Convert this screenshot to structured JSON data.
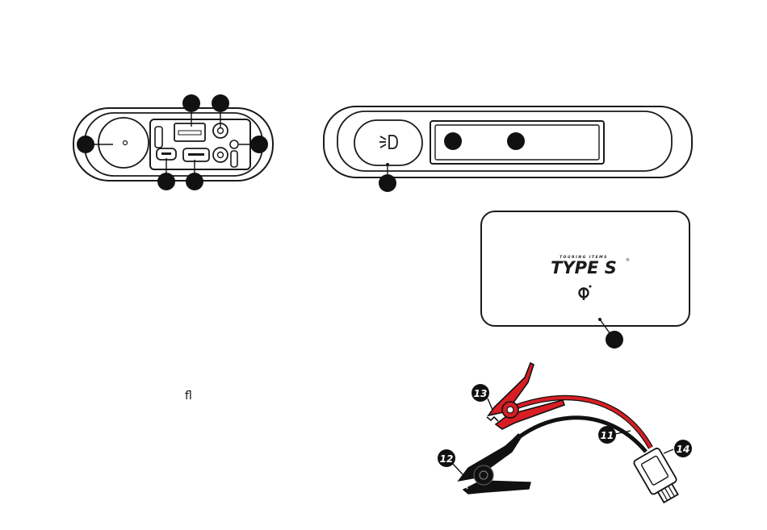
{
  "brand": {
    "tagline": "TOURING ITEMS",
    "logo": "TYPE S",
    "registered_mark": "®"
  },
  "icons": {
    "flashlight": "flashlight-icon",
    "wireless_charging": "qi-wireless-charging-icon"
  },
  "callouts": {
    "clamp_red": "13",
    "clamp_black": "12",
    "cable": "11",
    "connector": "14"
  },
  "stray_text": "fl",
  "colors": {
    "outline": "#1a1a1a",
    "marker": "#111111",
    "clamp_red": "#d81e24",
    "cable_red": "#d81e24",
    "cable_black": "#111111",
    "background": "#ffffff"
  }
}
